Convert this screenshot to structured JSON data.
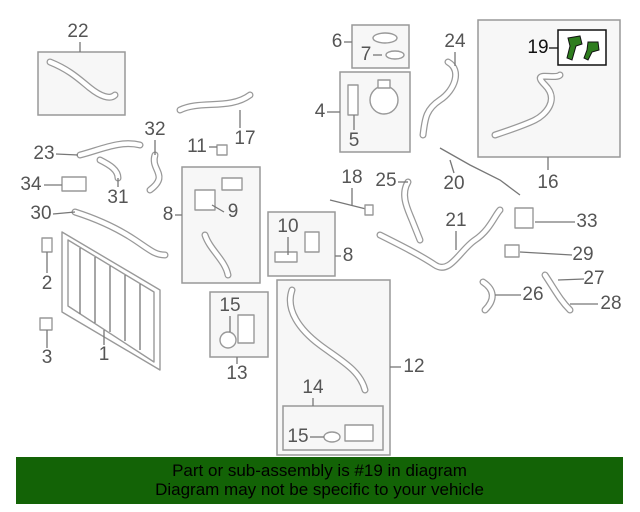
{
  "diagram": {
    "highlighted_part": "19",
    "accent_color": "#136306",
    "callouts": [
      "22",
      "6",
      "7",
      "24",
      "19",
      "4",
      "5",
      "17",
      "11",
      "32",
      "23",
      "31",
      "34",
      "18",
      "25",
      "20",
      "16",
      "8",
      "9",
      "30",
      "10",
      "8",
      "21",
      "33",
      "2",
      "29",
      "27",
      "26",
      "28",
      "15",
      "1",
      "3",
      "12",
      "13",
      "14",
      "15"
    ]
  },
  "banner": {
    "line1": "Part or sub-assembly is #19 in diagram",
    "line2": "Diagram may not be specific to your vehicle"
  }
}
